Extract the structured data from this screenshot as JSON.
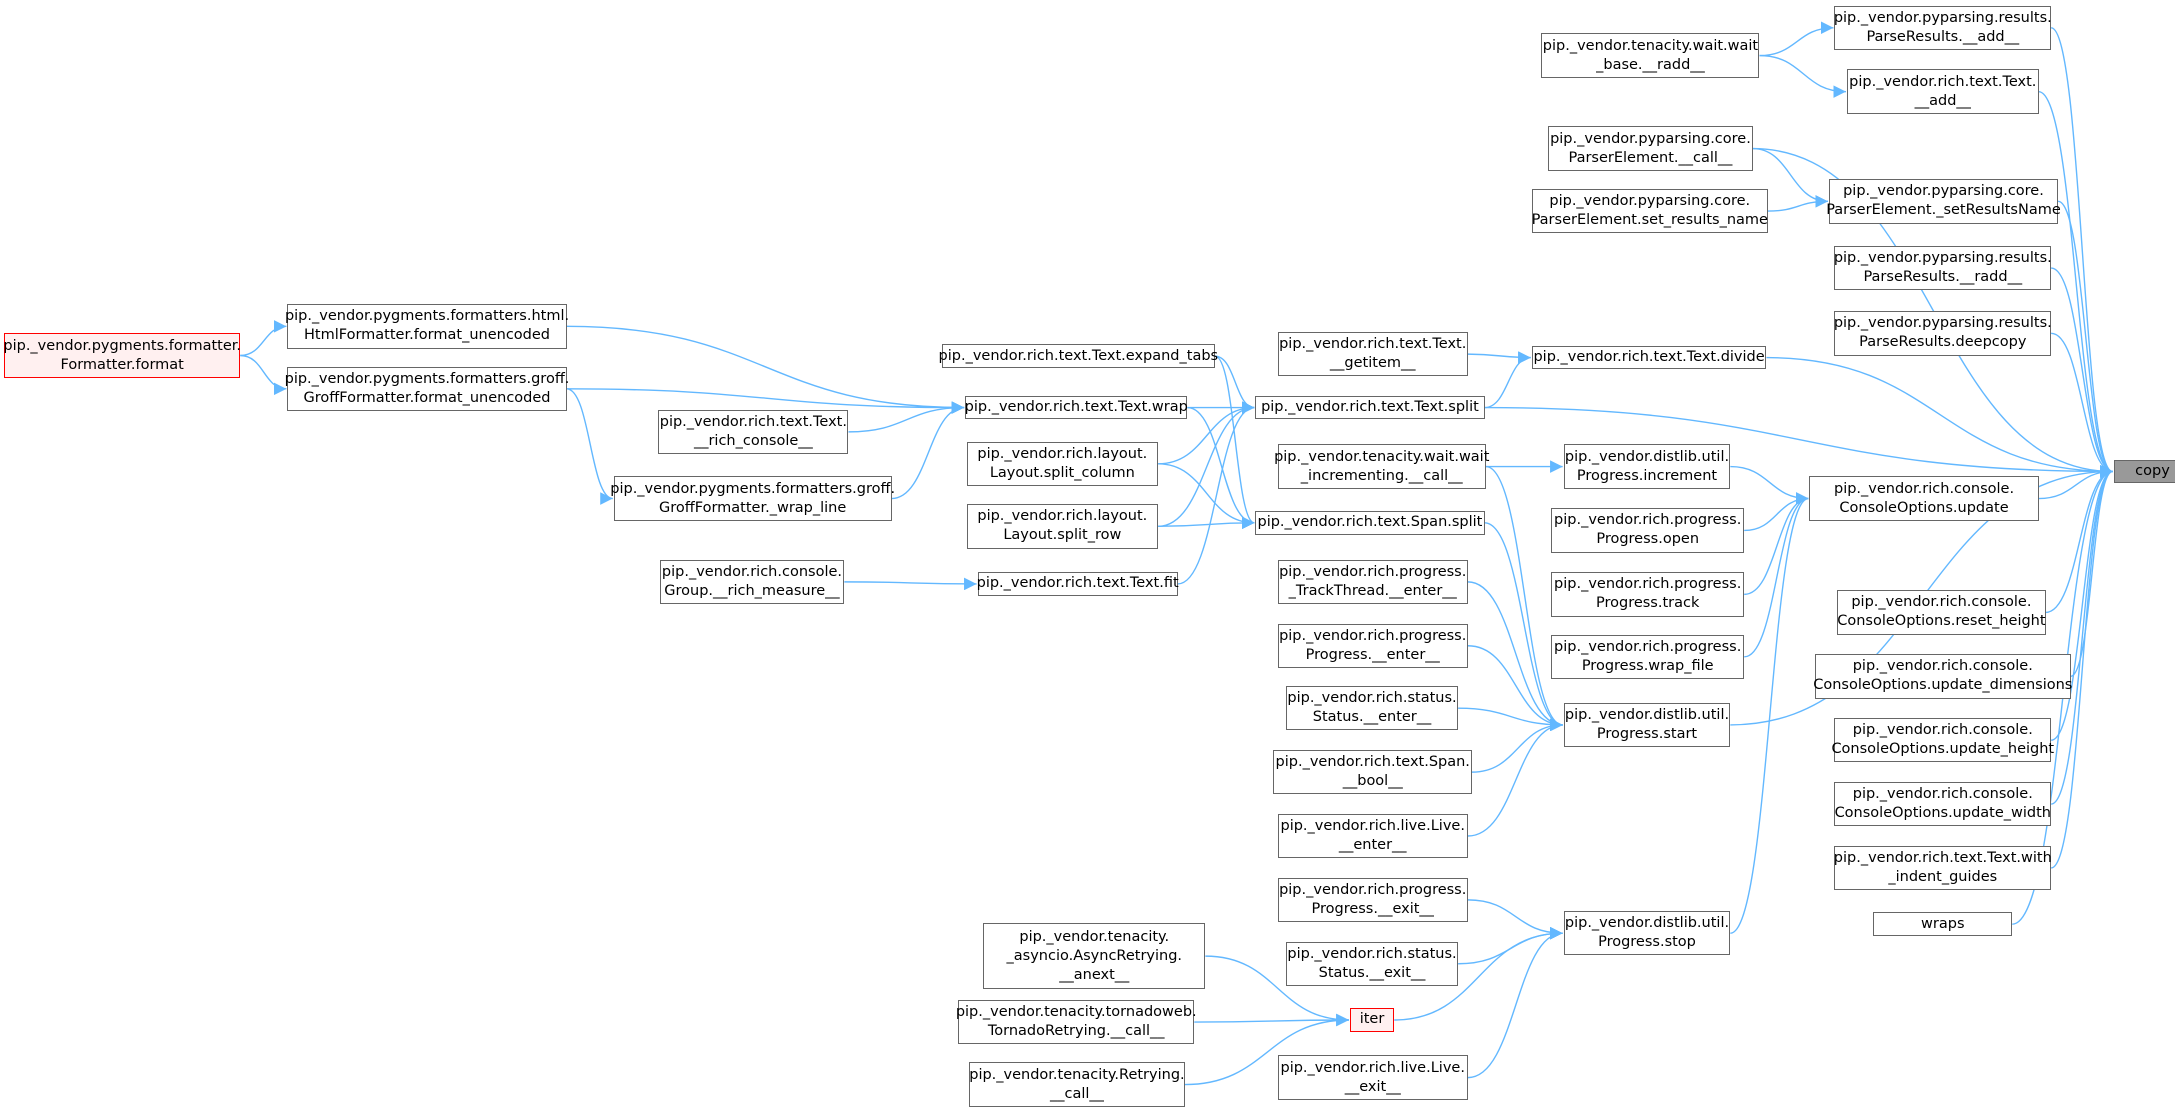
{
  "colors": {
    "edge": "#63b8ff",
    "node_border": "#666666",
    "node_fill": "#ffffff",
    "highlight_border": "#ff0000",
    "highlight_fill": "#fff0f0",
    "focus_fill": "#999999"
  },
  "nodes": [
    {
      "id": "copy",
      "lines": [
        "copy"
      ],
      "style": "focus"
    },
    {
      "id": "pr_add",
      "lines": [
        "pip._vendor.pyparsing.results.",
        "ParseResults.__add__"
      ]
    },
    {
      "id": "rt_add",
      "lines": [
        "pip._vendor.rich.text.Text.",
        "__add__"
      ]
    },
    {
      "id": "ww_radd",
      "lines": [
        "pip._vendor.tenacity.wait.wait",
        "_base.__radd__"
      ]
    },
    {
      "id": "pe_call",
      "lines": [
        "pip._vendor.pyparsing.core.",
        "ParserElement.__call__"
      ]
    },
    {
      "id": "pe_setrn",
      "lines": [
        "pip._vendor.pyparsing.core.",
        "ParserElement._setResultsName"
      ]
    },
    {
      "id": "pe_set",
      "lines": [
        "pip._vendor.pyparsing.core.",
        "ParserElement.set_results_name"
      ]
    },
    {
      "id": "pr_radd",
      "lines": [
        "pip._vendor.pyparsing.results.",
        "ParseResults.__radd__"
      ]
    },
    {
      "id": "pr_deep",
      "lines": [
        "pip._vendor.pyparsing.results.",
        "ParseResults.deepcopy"
      ]
    },
    {
      "id": "t_getitem",
      "lines": [
        "pip._vendor.rich.text.Text.",
        "__getitem__"
      ]
    },
    {
      "id": "t_divide",
      "lines": [
        "pip._vendor.rich.text.Text.divide"
      ]
    },
    {
      "id": "t_split",
      "lines": [
        "pip._vendor.rich.text.Text.split"
      ]
    },
    {
      "id": "t_expand",
      "lines": [
        "pip._vendor.rich.text.Text.expand_tabs"
      ]
    },
    {
      "id": "t_wrap",
      "lines": [
        "pip._vendor.rich.text.Text.wrap"
      ]
    },
    {
      "id": "fmt_format",
      "lines": [
        "pip._vendor.pygments.formatter.",
        "Formatter.format"
      ],
      "style": "red"
    },
    {
      "id": "html_fmt",
      "lines": [
        "pip._vendor.pygments.formatters.html.",
        "HtmlFormatter.format_unencoded"
      ]
    },
    {
      "id": "groff_fmt",
      "lines": [
        "pip._vendor.pygments.formatters.groff.",
        "GroffFormatter.format_unencoded"
      ]
    },
    {
      "id": "groff_wrap",
      "lines": [
        "pip._vendor.pygments.formatters.groff.",
        "GroffFormatter._wrap_line"
      ]
    },
    {
      "id": "t_rich_console",
      "lines": [
        "pip._vendor.rich.text.Text.",
        "__rich_console__"
      ]
    },
    {
      "id": "l_split_col",
      "lines": [
        "pip._vendor.rich.layout.",
        "Layout.split_column"
      ]
    },
    {
      "id": "l_split_row",
      "lines": [
        "pip._vendor.rich.layout.",
        "Layout.split_row"
      ]
    },
    {
      "id": "s_split",
      "lines": [
        "pip._vendor.rich.text.Span.split"
      ]
    },
    {
      "id": "t_fit",
      "lines": [
        "pip._vendor.rich.text.Text.fit"
      ]
    },
    {
      "id": "g_measure",
      "lines": [
        "pip._vendor.rich.console.",
        "Group.__rich_measure__"
      ]
    },
    {
      "id": "wi_call",
      "lines": [
        "pip._vendor.tenacity.wait.wait",
        "_incrementing.__call__"
      ]
    },
    {
      "id": "p_increment",
      "lines": [
        "pip._vendor.distlib.util.",
        "Progress.increment"
      ]
    },
    {
      "id": "co_update",
      "lines": [
        "pip._vendor.rich.console.",
        "ConsoleOptions.update"
      ]
    },
    {
      "id": "pp_open",
      "lines": [
        "pip._vendor.rich.progress.",
        "Progress.open"
      ]
    },
    {
      "id": "pp_track",
      "lines": [
        "pip._vendor.rich.progress.",
        "Progress.track"
      ]
    },
    {
      "id": "pp_wrapfile",
      "lines": [
        "pip._vendor.rich.progress.",
        "Progress.wrap_file"
      ]
    },
    {
      "id": "tt_enter",
      "lines": [
        "pip._vendor.rich.progress.",
        "_TrackThread.__enter__"
      ]
    },
    {
      "id": "pp_enter",
      "lines": [
        "pip._vendor.rich.progress.",
        "Progress.__enter__"
      ]
    },
    {
      "id": "st_enter",
      "lines": [
        "pip._vendor.rich.status.",
        "Status.__enter__"
      ]
    },
    {
      "id": "span_bool",
      "lines": [
        "pip._vendor.rich.text.Span.",
        "__bool__"
      ]
    },
    {
      "id": "live_enter",
      "lines": [
        "pip._vendor.rich.live.Live.",
        "__enter__"
      ]
    },
    {
      "id": "p_start",
      "lines": [
        "pip._vendor.distlib.util.",
        "Progress.start"
      ]
    },
    {
      "id": "pp_exit",
      "lines": [
        "pip._vendor.rich.progress.",
        "Progress.__exit__"
      ]
    },
    {
      "id": "st_exit",
      "lines": [
        "pip._vendor.rich.status.",
        "Status.__exit__"
      ]
    },
    {
      "id": "p_stop",
      "lines": [
        "pip._vendor.distlib.util.",
        "Progress.stop"
      ]
    },
    {
      "id": "iter",
      "lines": [
        "iter"
      ],
      "style": "red"
    },
    {
      "id": "live_exit",
      "lines": [
        "pip._vendor.rich.live.Live.",
        "__exit__"
      ]
    },
    {
      "id": "ar_anext",
      "lines": [
        "pip._vendor.tenacity.",
        "_asyncio.AsyncRetrying.",
        "__anext__"
      ]
    },
    {
      "id": "tr_call",
      "lines": [
        "pip._vendor.tenacity.tornadoweb.",
        "TornadoRetrying.__call__"
      ]
    },
    {
      "id": "r_call",
      "lines": [
        "pip._vendor.tenacity.Retrying.",
        "__call__"
      ]
    },
    {
      "id": "co_reset",
      "lines": [
        "pip._vendor.rich.console.",
        "ConsoleOptions.reset_height"
      ]
    },
    {
      "id": "co_upd_dim",
      "lines": [
        "pip._vendor.rich.console.",
        "ConsoleOptions.update_dimensions"
      ]
    },
    {
      "id": "co_upd_h",
      "lines": [
        "pip._vendor.rich.console.",
        "ConsoleOptions.update_height"
      ]
    },
    {
      "id": "co_upd_w",
      "lines": [
        "pip._vendor.rich.console.",
        "ConsoleOptions.update_width"
      ]
    },
    {
      "id": "t_indent",
      "lines": [
        "pip._vendor.rich.text.Text.with",
        "_indent_guides"
      ]
    },
    {
      "id": "wraps",
      "lines": [
        "wraps"
      ]
    }
  ],
  "edges": [
    [
      "pr_add",
      "copy"
    ],
    [
      "rt_add",
      "copy"
    ],
    [
      "pe_call",
      "copy"
    ],
    [
      "pe_setrn",
      "copy"
    ],
    [
      "pr_radd",
      "copy"
    ],
    [
      "pr_deep",
      "copy"
    ],
    [
      "t_divide",
      "copy"
    ],
    [
      "t_split",
      "copy"
    ],
    [
      "co_update",
      "copy"
    ],
    [
      "p_start",
      "copy"
    ],
    [
      "co_reset",
      "copy"
    ],
    [
      "co_upd_dim",
      "copy"
    ],
    [
      "co_upd_h",
      "copy"
    ],
    [
      "co_upd_w",
      "copy"
    ],
    [
      "t_indent",
      "copy"
    ],
    [
      "wraps",
      "copy"
    ],
    [
      "ww_radd",
      "pr_add"
    ],
    [
      "ww_radd",
      "rt_add"
    ],
    [
      "pe_call",
      "pe_setrn"
    ],
    [
      "pe_set",
      "pe_setrn"
    ],
    [
      "t_getitem",
      "t_divide"
    ],
    [
      "t_split",
      "t_divide"
    ],
    [
      "t_expand",
      "t_split"
    ],
    [
      "t_wrap",
      "t_split"
    ],
    [
      "l_split_col",
      "t_split"
    ],
    [
      "l_split_row",
      "t_split"
    ],
    [
      "t_fit",
      "t_split"
    ],
    [
      "html_fmt",
      "t_wrap"
    ],
    [
      "groff_fmt",
      "t_wrap"
    ],
    [
      "t_rich_console",
      "t_wrap"
    ],
    [
      "groff_wrap",
      "t_wrap"
    ],
    [
      "fmt_format",
      "html_fmt"
    ],
    [
      "fmt_format",
      "groff_fmt"
    ],
    [
      "groff_fmt",
      "groff_wrap"
    ],
    [
      "t_expand",
      "s_split"
    ],
    [
      "t_wrap",
      "s_split"
    ],
    [
      "l_split_col",
      "s_split"
    ],
    [
      "l_split_row",
      "s_split"
    ],
    [
      "g_measure",
      "t_fit"
    ],
    [
      "wi_call",
      "p_increment"
    ],
    [
      "p_increment",
      "co_update"
    ],
    [
      "pp_open",
      "co_update"
    ],
    [
      "pp_track",
      "co_update"
    ],
    [
      "pp_wrapfile",
      "co_update"
    ],
    [
      "p_stop",
      "co_update"
    ],
    [
      "wi_call",
      "p_start"
    ],
    [
      "s_split",
      "p_start"
    ],
    [
      "tt_enter",
      "p_start"
    ],
    [
      "pp_enter",
      "p_start"
    ],
    [
      "st_enter",
      "p_start"
    ],
    [
      "span_bool",
      "p_start"
    ],
    [
      "live_enter",
      "p_start"
    ],
    [
      "pp_exit",
      "p_stop"
    ],
    [
      "st_exit",
      "p_stop"
    ],
    [
      "iter",
      "p_stop"
    ],
    [
      "live_exit",
      "p_stop"
    ],
    [
      "ar_anext",
      "iter"
    ],
    [
      "tr_call",
      "iter"
    ],
    [
      "r_call",
      "iter"
    ]
  ]
}
